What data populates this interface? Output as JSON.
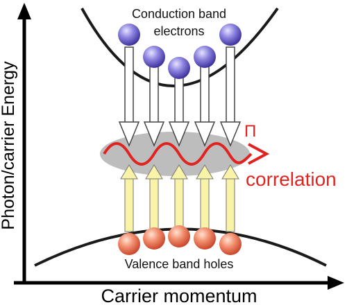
{
  "labels": {
    "y_axis": "Photon/carrier Energy",
    "x_axis": "Carrier momentum",
    "conduction_line1": "Conduction band",
    "conduction_line2": "electrons",
    "valence": "Valence band holes",
    "pi": "Π",
    "correlation": "correlation"
  },
  "colors": {
    "axis": "#000000",
    "band": "#1a1a1a",
    "electron": "#5a4fc4",
    "hole": "#e86a4a",
    "down_arrow_fill": "#ffffff",
    "up_arrow_fill": "#f8f3a6",
    "ellipse": "#bdbdbd",
    "photon": "#e0231f",
    "correlation_text": "#e0231f"
  },
  "icons": {
    "electron": "purple-sphere",
    "hole": "orange-sphere",
    "photon": "red-wavy-arrow"
  }
}
